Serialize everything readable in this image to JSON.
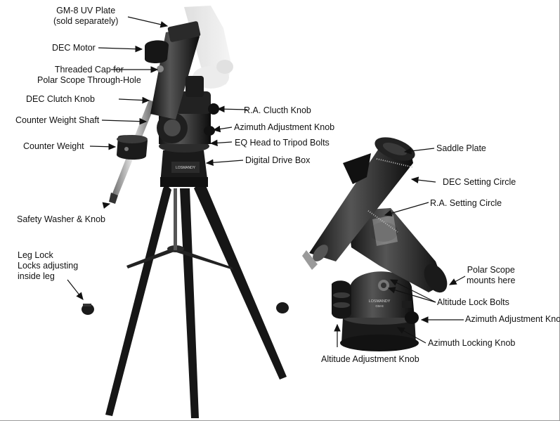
{
  "labels": {
    "uv_plate": [
      "GM-8 UV Plate",
      "(sold separately)"
    ],
    "dec_motor": "DEC Motor",
    "threaded_cap": [
      "Threaded Cap for",
      "Polar Scope Through-Hole"
    ],
    "dec_clutch": "DEC Clutch Knob",
    "cw_shaft": "Counter Weight Shaft",
    "counter_weight": "Counter Weight",
    "safety_washer": "Safety Washer & Knob",
    "leg_lock": [
      "Leg Lock",
      "Locks adjusting",
      "inside leg"
    ],
    "ra_clutch": "R.A. Clucth Knob",
    "azimuth_adj_left": "Azimuth Adjustment Knob",
    "eq_head_bolts": "EQ Head to Tripod Bolts",
    "drive_box": "Digital Drive Box",
    "saddle_plate": "Saddle Plate",
    "dec_circle": "DEC Setting Circle",
    "ra_circle": "R.A. Setting Circle",
    "polar_scope": [
      "Polar Scope",
      "mounts here"
    ],
    "alt_lock": "Altitude Lock Bolts",
    "azimuth_adj_right": "Azimuth Adjustment Knob",
    "azimuth_lock": "Azimuth Locking Knob",
    "alt_adj": "Altitude Adjustment Knob"
  },
  "drive_box_brand": "LOSMANDY",
  "head_brand": [
    "LOSMANDY",
    "GM-8"
  ]
}
